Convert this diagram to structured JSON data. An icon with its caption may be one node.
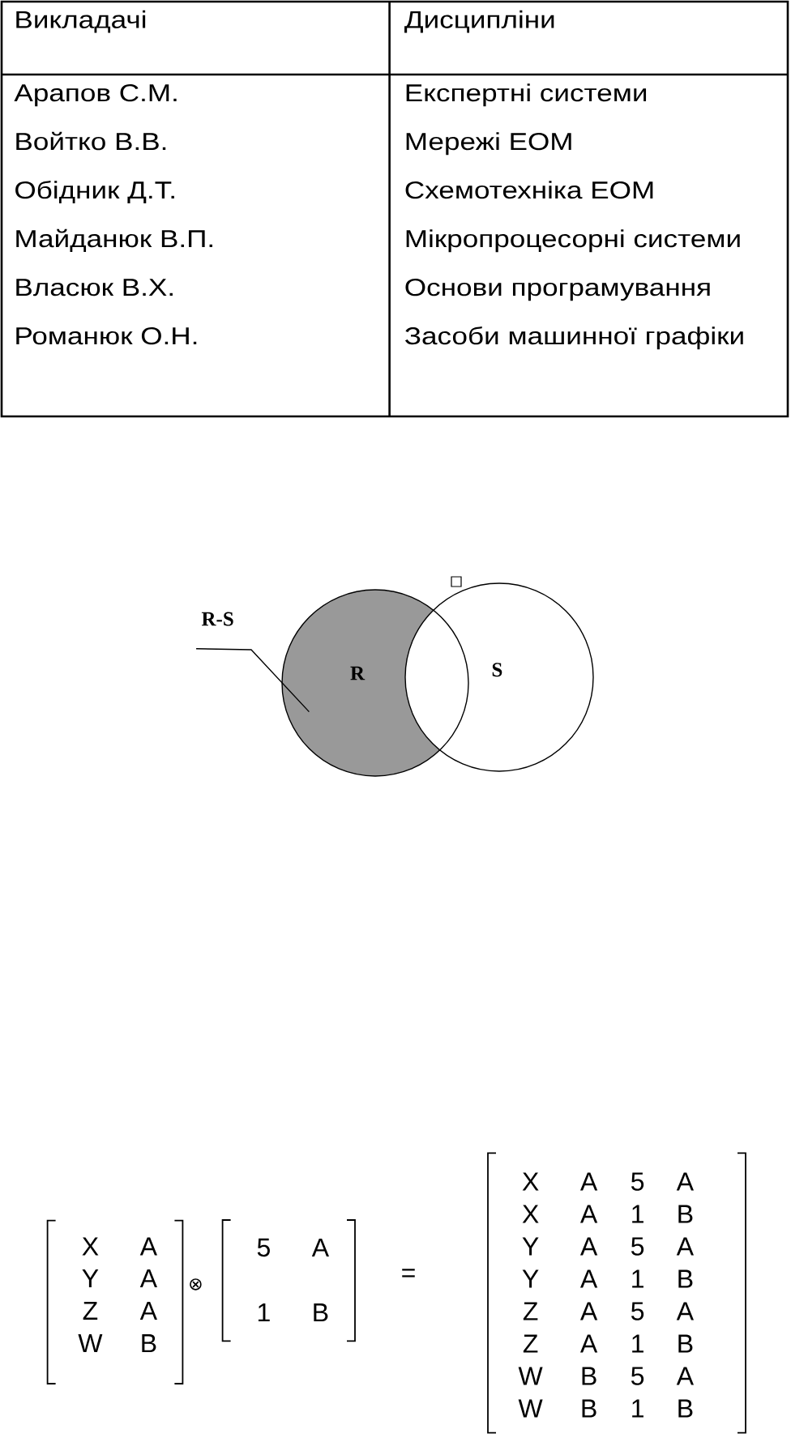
{
  "diagram": {
    "nodes": [
      {
        "text": [
          "R-S"
        ]
      },
      {
        "text": [
          "R"
        ]
      },
      {
        "text": [
          "S"
        ]
      }
    ],
    "edges": [
      {
        "from": 0,
        "to": 1,
        "arrow": "none"
      }
    ],
    "labels": [
      "Викладачі",
      "Дисципліни",
      "Арапов С.М.",
      "Експертні системи",
      "Войтко В.В.",
      "Мережі ЕОМ",
      "Обідник Д.Т.",
      "Схемотехніка ЕОМ",
      "Майданюк В.П.",
      "Мікропроцесорні системи",
      "Власюк В.Х.",
      "Основи програмування",
      "Романюк О.Н.",
      "Засоби машинної графіки",
      "X",
      "A",
      "Y",
      "A",
      "Z",
      "A",
      "W",
      "B",
      "⊗",
      "5",
      "A",
      "1",
      "B",
      "=",
      "X",
      "A",
      "5",
      "A",
      "X",
      "A",
      "1",
      "B",
      "Y",
      "A",
      "5",
      "A",
      "Y",
      "A",
      "1",
      "B",
      "Z",
      "A",
      "5",
      "A",
      "Z",
      "A",
      "1",
      "B",
      "W",
      "B",
      "5",
      "A",
      "W",
      "B",
      "1",
      "B"
    ]
  }
}
